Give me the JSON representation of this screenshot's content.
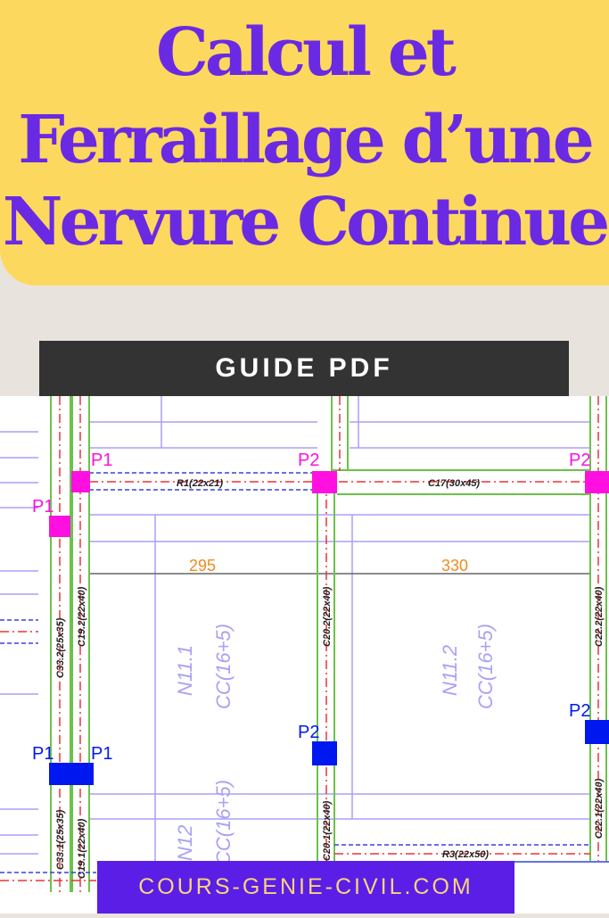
{
  "title": {
    "line1": "Calcul et",
    "line2": "Ferraillage d’une",
    "line3": "Nervure Continue"
  },
  "banner": "GUIDE PDF",
  "footer": "COURS-GENIE-CIVIL.COM",
  "colors": {
    "yellow": "#fdd85e",
    "purple": "#6a2ae3",
    "banner": "#333333",
    "footer": "#5b1ee6",
    "footer_text": "#f7d57a"
  },
  "plan": {
    "columns_top": [
      "P1",
      "P1",
      "P2",
      "P2"
    ],
    "columns_bottom": [
      "P1",
      "P1",
      "P2",
      "P2"
    ],
    "beams": [
      "R1(22x21)",
      "C17(30x45)",
      "R3(22x50)"
    ],
    "spans": [
      "295",
      "330"
    ],
    "vertical_beams": [
      "C33.2(25x35)",
      "C19.2(22x40)",
      "C20.2(22x40)",
      "C22.2(22x40)",
      "C33.1(25x35)",
      "C19.1(22x40)",
      "C20.1(22x40)",
      "C22.1(22x40)"
    ],
    "ribs": [
      "N11.1",
      "N11.2",
      "N12"
    ],
    "slab": [
      "CC(16+5)",
      "CC(16+5)",
      "CC(16+5)"
    ]
  }
}
